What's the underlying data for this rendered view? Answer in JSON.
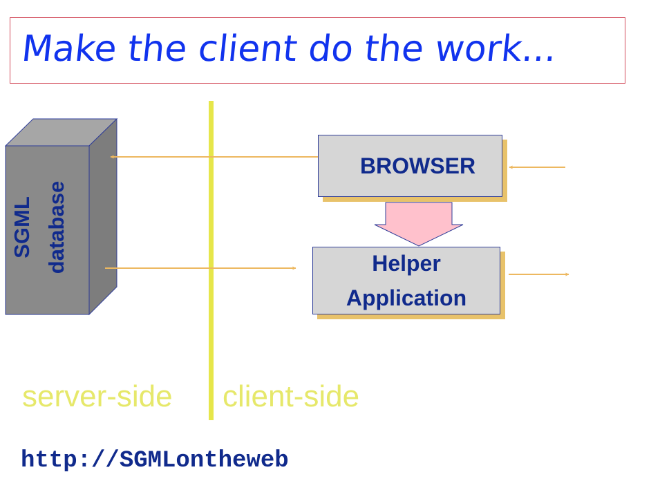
{
  "title": "Make the client do the work...",
  "database_label": {
    "line1": "SGML",
    "line2": "database"
  },
  "browser_label": "BROWSER",
  "helper_label": {
    "line1": "Helper",
    "line2": "Application"
  },
  "server_side_label": "server-side",
  "client_side_label": "client-side",
  "url": "http://SGMLontheweb",
  "colors": {
    "title_text": "#1133ee",
    "title_border": "#d24a5a",
    "box_fill": "#d6d6d6",
    "box_shadow": "#e8c26a",
    "dark_text": "#102a8c",
    "arrows": "#edb860",
    "divider": "#e6e64a",
    "pink_arrow": "#ffc1cc",
    "database_front": "#8a8a8a",
    "database_side": "#7d7d7d"
  }
}
